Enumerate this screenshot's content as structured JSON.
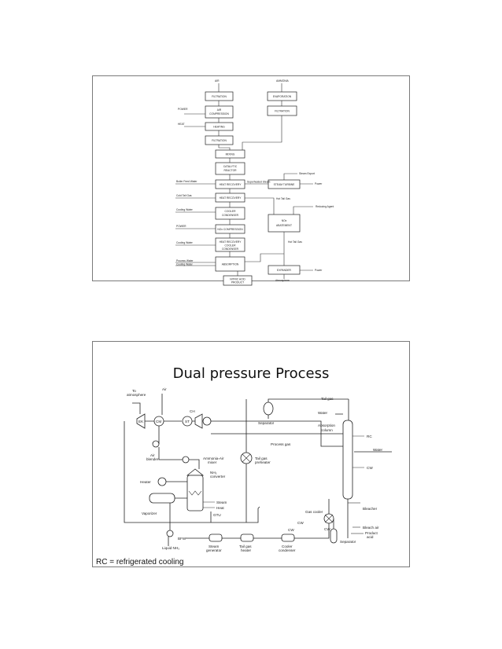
{
  "flow_sheet": {
    "inputs": {
      "air": "AIR",
      "ammonia": "AMMONIA"
    },
    "left_labels": {
      "power1": "POWER",
      "heat": "HEAT",
      "boiler_feed_water": "Boiler Feed Water",
      "cold_tail_gas": "Cold Tail Gas",
      "cooling_water1": "Cooling Water",
      "power2": "POWER",
      "cooling_water2": "Cooling Water",
      "process_water": "Process Water",
      "cooling_water3": "Cooling Water"
    },
    "boxes": {
      "filtration_air": "FILTRATION",
      "air_compression": [
        "AIR",
        "COMPRESSION"
      ],
      "heating": "HEATING",
      "filtration2": "FILTRATION",
      "evaporation": "EVAPORATION",
      "filtration_nh3": "FILTRATION",
      "mixing": "MIXING",
      "catalytic_reactor": [
        "CATALYTIC",
        "REACTOR"
      ],
      "heat_recovery1": "HEAT RECOVERY",
      "steam_turbine": "STEAM TURBINE",
      "heat_recovery2": "HEAT RECOVERY",
      "cooler_condenser": [
        "COOLER",
        "CONDENSER"
      ],
      "nox_compression": "NOx COMPRESSION",
      "nox_abatement": [
        "NOx",
        "ABATEMENT"
      ],
      "heat_recovery_cooler_condenser": [
        "HEAT RECOVERY",
        "COOLER",
        "CONDENSER"
      ],
      "absorption": "ABSORPTION",
      "nitric_acid_product": [
        "NITRIC ACID",
        "PRODUCT"
      ],
      "expander": "EXPANDER"
    },
    "right_labels": {
      "superheated_steam": "Superheated Steam",
      "steam_export": "Steam Export",
      "power1": "Power",
      "hot_tail_gas": "Hot Tail Gas",
      "reducing_agent": "Reducing Agent",
      "hot_tail_gas2": "Hot Tail Gas",
      "power2": "Power",
      "atmosphere": "Atmosphere"
    }
  },
  "dual_pressure": {
    "title": "Dual pressure Process",
    "footnote": "RC = refrigerated cooling",
    "labels": {
      "to_atmosphere": [
        "To",
        "atmosphere"
      ],
      "air": "Air",
      "tail_gas": "Tail gas",
      "water": "Water",
      "separator_top": "Separator",
      "absorption_column": [
        "Absorption",
        "column"
      ],
      "rc": "RC",
      "process_gas": "Process gas",
      "water_right": "Water",
      "cw_right": "CW",
      "air_blender": [
        "Air",
        "blender"
      ],
      "ammonia_air_mixer": [
        "Ammonia-Air",
        "mixer"
      ],
      "nh3_converter": [
        "NH₃",
        "converter"
      ],
      "heater": "Heater",
      "vaporizer": "Vaporizer",
      "tail_gas_preheater": [
        "Tail gas",
        "preheater"
      ],
      "bleacher": "Bleacher",
      "gas_cooler": "Gas cooler",
      "cw_mid": "CW",
      "cw_sep": "CW",
      "separator": "Separator",
      "bleach_air": "Bleach air",
      "product_acid": [
        "Product",
        "acid"
      ],
      "steam": "Steam",
      "heat": "Heat",
      "gtu": "GTU",
      "bfw": "BFW",
      "liquid_nh3": "Liquid NH₃",
      "steam_generator": [
        "Steam",
        "generator"
      ],
      "tail_gas_heater": [
        "Tail gas",
        "heater"
      ],
      "cw2": "CW",
      "cooler_condenser": [
        "Cooler",
        "condenser"
      ],
      "ek": "EK",
      "cm": "CM",
      "st": "ST",
      "ch": "CH"
    }
  }
}
